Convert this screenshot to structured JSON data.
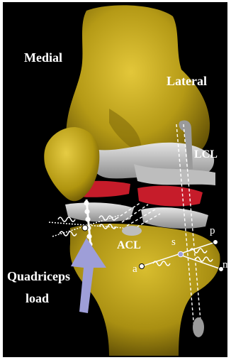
{
  "labels": {
    "medial": "Medial",
    "lateral": "Lateral",
    "lcl": "LCL",
    "acl": "ACL",
    "s": "s",
    "a": "a",
    "p": "p",
    "m": "m",
    "quadriceps_line1": "Quadriceps",
    "quadriceps_line2": "load"
  },
  "colors": {
    "background": "#000000",
    "bone": "#b59a16",
    "bone_shadow": "#6e5a05",
    "meniscus": "#c9c9c9",
    "cartilage": "#c61c2a",
    "arrow": "#9e9ed8",
    "label": "#ffffff"
  }
}
